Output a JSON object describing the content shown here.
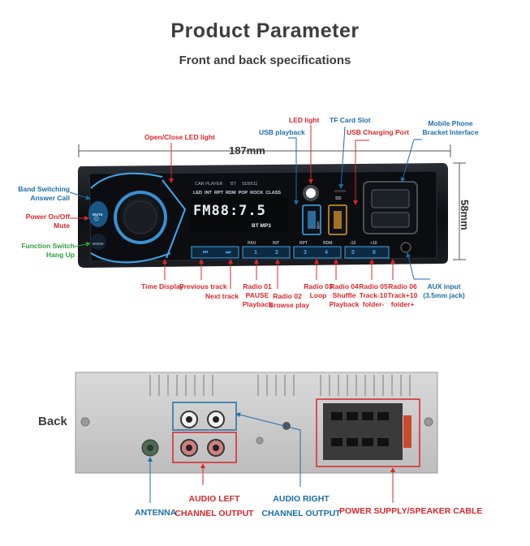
{
  "header": {
    "title": "Product Parameter",
    "subtitle": "Front and back specifications"
  },
  "dimensions": {
    "width": "187mm",
    "height": "58mm"
  },
  "front_labels": {
    "led_light": "LED light",
    "tf_card_slot": "TF Card Slot",
    "usb_playback": "USB playback",
    "usb_charging_port": "USB Charging Port",
    "mobile_phone_line1": "Mobile Phone",
    "mobile_phone_line2": "Bracket Interface",
    "open_close_led": "Open/Close LED light",
    "band_switching_line1": "Band Switching",
    "band_switching_line2": "Answer Call",
    "power_line1": "Power On/Off",
    "power_line2": "Mute",
    "function_switch_line1": "Function Switch",
    "function_switch_line2": "Hang Up",
    "time_display": "Time Display",
    "previous_track": "Previous track",
    "next_track": "Next track",
    "radio01_line1": "Radio 01",
    "radio01_line2": "PAUSE",
    "radio01_line3": "Playback",
    "radio02_line1": "Radio 02",
    "radio02_line2": "Browse play",
    "radio03_line1": "Radio 03",
    "radio03_line2": "Loop",
    "radio04_line1": "Radio 04",
    "radio04_line2": "Shuffle",
    "radio04_line3": "Playback",
    "radio05_line1": "Radio 05",
    "radio05_line2": "Track-10",
    "radio05_line3": "folder-",
    "radio06_line1": "Radio 06",
    "radio06_line2": "Track+10",
    "radio06_line3": "folder+",
    "aux_line1": "AUX input",
    "aux_line2": "(3.5mm jack)"
  },
  "device_screen": {
    "brand": "CAR PLAYER",
    "bt": "BT",
    "model": "SD5611",
    "modes": "LED  INT  RPT  RDM  POP  ROCK  CLASS",
    "display": "FM88:7.5",
    "icons_text": "BT  MP3",
    "sd": "SD",
    "usb": "USB",
    "btn_labels": [
      "PAU",
      "INT",
      "RPT",
      "RDM",
      "-10",
      "+10"
    ],
    "preset_numbers": [
      "1",
      "2",
      "3",
      "4",
      "5",
      "6"
    ],
    "prev_symbol": "⏮",
    "next_symbol": "⏭",
    "mode_btn": "MODE",
    "mute_btn": "MUTE"
  },
  "back_labels": {
    "back": "Back",
    "antenna": "ANTENNA",
    "audio_left_line1": "AUDIO LEFT",
    "audio_left_line2": "CHANNEL OUTPUT",
    "audio_right_line1": "AUDIO RIGHT",
    "audio_right_line2": "CHANNEL OUTPUT",
    "power_cable": "POWER SUPPLY/SPEAKER CABLE"
  },
  "colors": {
    "red": "#d8272b",
    "blue": "#1a6fa8",
    "green": "#2e9e3e",
    "device_body": "#111418",
    "screen_text": "#e8eef5",
    "led_blue": "#3fa9f5"
  }
}
